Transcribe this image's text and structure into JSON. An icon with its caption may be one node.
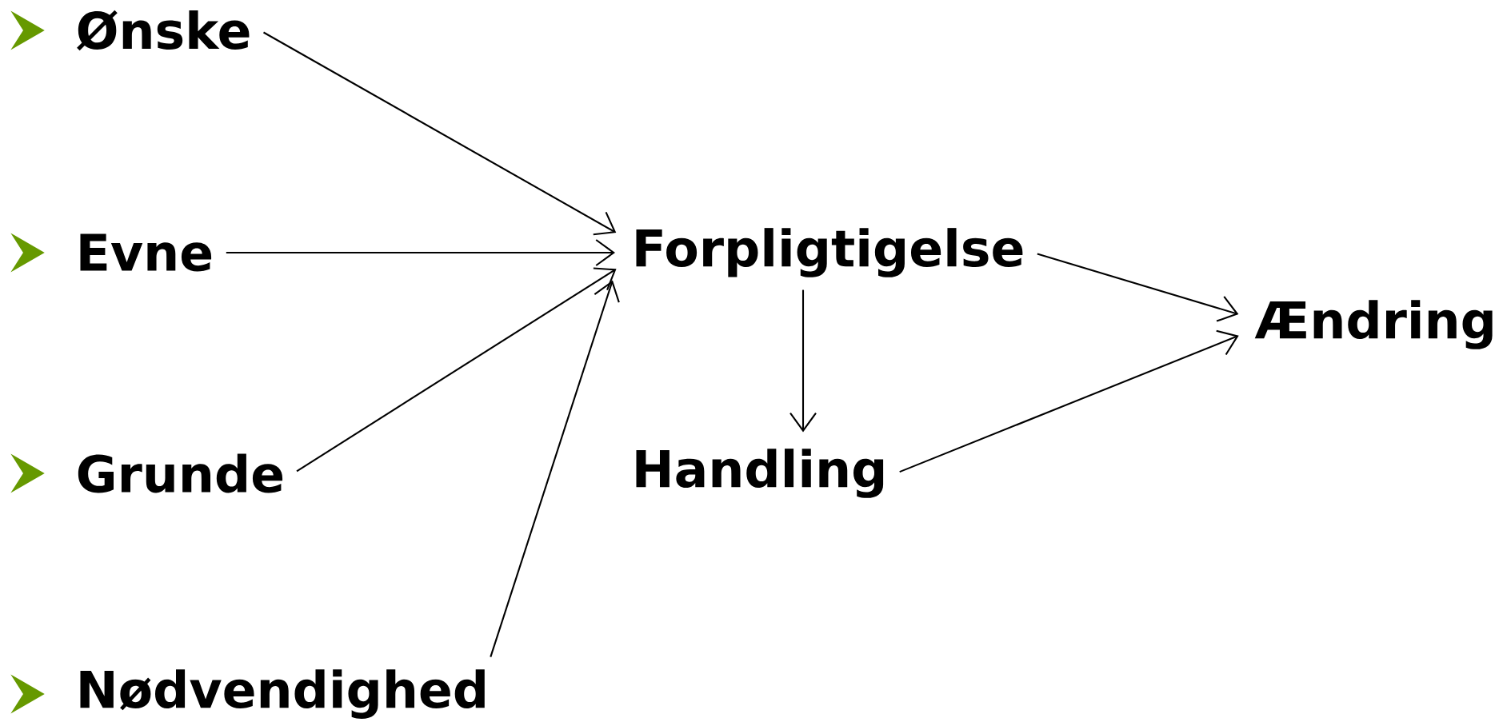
{
  "diagram": {
    "nodes": [
      {
        "text": [
          "Ønske"
        ]
      },
      {
        "text": [
          "Evne"
        ]
      },
      {
        "text": [
          "Grunde"
        ]
      },
      {
        "text": [
          "Nødvendighed"
        ]
      },
      {
        "text": [
          "Forpligtigelse"
        ]
      },
      {
        "text": [
          "Handling"
        ]
      },
      {
        "text": [
          "Ændring"
        ]
      }
    ],
    "edges": [
      {
        "from": 0,
        "to": 4,
        "arrow": "to"
      },
      {
        "from": 1,
        "to": 4,
        "arrow": "to"
      },
      {
        "from": 2,
        "to": 4,
        "arrow": "to"
      },
      {
        "from": 3,
        "to": 4,
        "arrow": "to"
      },
      {
        "from": 4,
        "to": 5,
        "arrow": "to"
      },
      {
        "from": 4,
        "to": 6,
        "arrow": "to"
      },
      {
        "from": 5,
        "to": 6,
        "arrow": "to"
      }
    ]
  }
}
